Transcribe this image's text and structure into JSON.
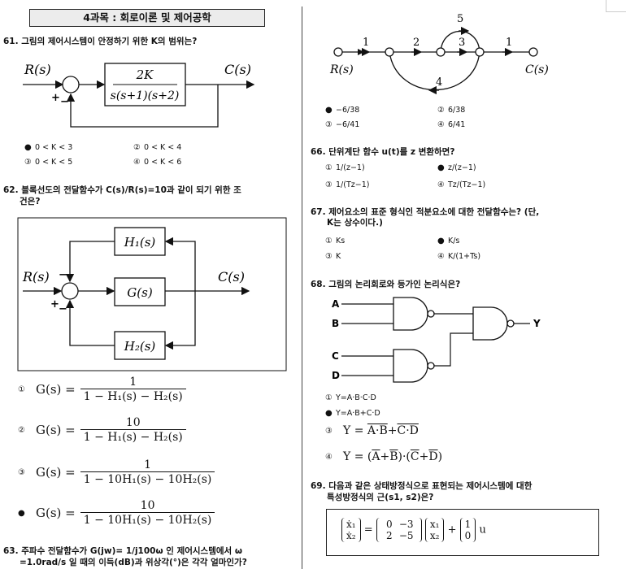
{
  "subject": {
    "title": "4과목 : 회로이론 및 제어공학"
  },
  "q61": {
    "question": "61. 그림의 제어시스템이 안정하기 위한 K의 범위는?",
    "input": "R(s)",
    "output": "C(s)",
    "tf_num": "2K",
    "tf_den": "s(s+1)(s+2)",
    "plus": "+",
    "minus": "−",
    "options": [
      {
        "mark": "●",
        "text": "0 < K < 3"
      },
      {
        "mark": "②",
        "text": "0 < K < 4"
      },
      {
        "mark": "③",
        "text": "0 < K < 5"
      },
      {
        "mark": "④",
        "text": "0 < K < 6"
      }
    ]
  },
  "q62": {
    "question_line1": "62. 블록선도의 전달함수가 C(s)/R(s)=10과 같이 되기 위한 조",
    "question_line2": "건은?",
    "input": "R(s)",
    "output": "C(s)",
    "block_top": "H₁(s)",
    "block_mid": "G(s)",
    "block_bot": "H₂(s)",
    "plus": "+",
    "minus1": "−",
    "minus2": "−",
    "options": [
      {
        "mark": "①",
        "lhs": "G(s) =",
        "num": "1",
        "den": "1 − H₁(s) − H₂(s)"
      },
      {
        "mark": "②",
        "lhs": "G(s) =",
        "num": "10",
        "den": "1 − H₁(s) − H₂(s)"
      },
      {
        "mark": "③",
        "lhs": "G(s) =",
        "num": "1",
        "den": "1 − 10H₁(s) − 10H₂(s)"
      },
      {
        "mark": "●",
        "lhs": "G(s) =",
        "num": "10",
        "den": "1 − 10H₁(s) − 10H₂(s)"
      }
    ]
  },
  "q63": {
    "question_line1": "63. 주파수 전달함수가 G(jw)= 1/j100ω 인 제어시스템에서 ω",
    "question_line2": "=1.0rad/s 일 때의 이득(dB)과 위상각(°)은 각각 얼마인가?"
  },
  "q64": {
    "input": "R(s)",
    "output": "C(s)",
    "gain1": "1",
    "gain2": "2",
    "gain3": "3",
    "gain4": "4",
    "gain5": "5",
    "gain6": "1",
    "options": [
      {
        "mark": "●",
        "text": "−6/38"
      },
      {
        "mark": "②",
        "text": "6/38"
      },
      {
        "mark": "③",
        "text": "−6/41"
      },
      {
        "mark": "④",
        "text": "6/41"
      }
    ]
  },
  "q66": {
    "question": "66. 단위계단 함수 u(t)를 z 변환하면?",
    "options": [
      {
        "mark": "①",
        "text": "1/(z−1)"
      },
      {
        "mark": "●",
        "text": "z/(z−1)"
      },
      {
        "mark": "③",
        "text": "1/(Tz−1)"
      },
      {
        "mark": "④",
        "text": "Tz/(Tz−1)"
      }
    ]
  },
  "q67": {
    "question_line1": "67. 제어요소의 표준 형식인 적분요소에 대한 전달함수는? (단,",
    "question_line2": "K는 상수이다.)",
    "options": [
      {
        "mark": "①",
        "text": "Ks"
      },
      {
        "mark": "●",
        "text": "K/s"
      },
      {
        "mark": "③",
        "text": "K"
      },
      {
        "mark": "④",
        "text": "K/(1+Ts)"
      }
    ]
  },
  "q68": {
    "question": "68. 그림의 논리회로와 등가인 논리식은?",
    "in_a": "A",
    "in_b": "B",
    "in_c": "C",
    "in_d": "D",
    "out_y": "Y",
    "opt1": {
      "mark": "①",
      "text": "Y=A·B·C·D"
    },
    "opt2": {
      "mark": "●",
      "text": "Y=A·B+C·D"
    },
    "opt3": {
      "mark": "③",
      "lhs": "Y =",
      "ab": "A·B",
      "plus": "+",
      "cd": "C·D"
    },
    "opt4": {
      "mark": "④",
      "lhs": "Y = (",
      "a": "A",
      "p1": "+",
      "b": "B",
      "mid": ")·(",
      "c": "C",
      "p2": "+",
      "d": "D",
      "end": ")"
    }
  },
  "q69": {
    "question_line1": "69. 다음과 같은 상태방정식으로 표현되는 제어시스템에 대한",
    "question_line2": "특성방정식의 근(s1, s2)은?",
    "xdot1": "ẋ₁",
    "xdot2": "ẋ₂",
    "eq": "=",
    "a11": "0",
    "a12": "−3",
    "a21": "2",
    "a22": "−5",
    "x1": "x₁",
    "x2": "x₂",
    "plus": "+",
    "b1": "1",
    "b2": "0",
    "u": "u"
  }
}
